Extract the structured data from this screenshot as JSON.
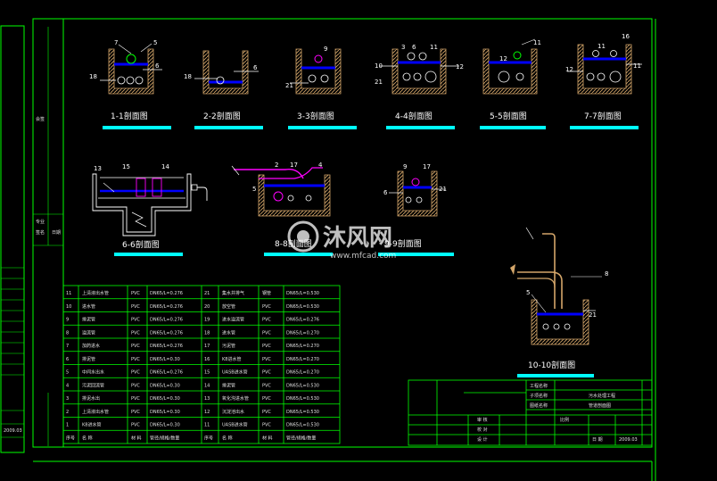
{
  "sections": [
    {
      "title": "1-1剖面图",
      "labels": [
        "7",
        "5",
        "18",
        "6"
      ]
    },
    {
      "title": "2-2剖面图",
      "labels": [
        "18",
        "6"
      ]
    },
    {
      "title": "3-3剖面图",
      "labels": [
        "9",
        "21"
      ]
    },
    {
      "title": "4-4剖面图",
      "labels": [
        "3",
        "6",
        "11",
        "10",
        "21",
        "12"
      ]
    },
    {
      "title": "5-5剖面图",
      "labels": [
        "11",
        "12"
      ]
    },
    {
      "title": "7-7剖面图",
      "labels": [
        "11",
        "16",
        "12",
        "11"
      ]
    },
    {
      "title": "6-6剖面图",
      "labels": [
        "13",
        "15",
        "14"
      ]
    },
    {
      "title": "8-8剖面图",
      "labels": [
        "2",
        "17",
        "4",
        "5"
      ]
    },
    {
      "title": "9-9剖面图",
      "labels": [
        "9",
        "17",
        "6",
        "21"
      ]
    },
    {
      "title": "10-10剖面图",
      "labels": [
        "8",
        "5",
        "21"
      ]
    }
  ],
  "watermark": {
    "brand": "沐风网",
    "url": "www.mfcad.com"
  },
  "materials_table": {
    "rows_left": [
      [
        "11",
        "上清液出水管",
        "PVC",
        "DN65/L=0.276"
      ],
      [
        "10",
        "进水管",
        "PVC",
        "DN65/L=0.276"
      ],
      [
        "9",
        "排泥管",
        "PVC",
        "DN65/L=0.276"
      ],
      [
        "8",
        "溢流管",
        "PVC",
        "DN65/L=0.276"
      ],
      [
        "7",
        "加药进水",
        "PVC",
        "DN65/L=0.276"
      ],
      [
        "6",
        "排泥管",
        "PVC",
        "DN65/L=0.30"
      ],
      [
        "5",
        "中间水出水",
        "PVC",
        "DN65/L=0.276"
      ],
      [
        "4",
        "污泥回流管",
        "PVC",
        "DN65/L=0.30"
      ],
      [
        "3",
        "排泥水出",
        "PVC",
        "DN65/L=0.30"
      ],
      [
        "2",
        "上清液出水管",
        "PVC",
        "DN65/L=0.30"
      ],
      [
        "1",
        "K8进水管",
        "PVC",
        "DN65/L=0.30"
      ],
      [
        "序号",
        "名 称",
        "材 料",
        "管径/规格/数量"
      ]
    ],
    "rows_right": [
      [
        "21",
        "集水井排气",
        "钢管",
        "DN65/L=0.530"
      ],
      [
        "20",
        "放空管",
        "PVC",
        "DN65/L=0.530"
      ],
      [
        "19",
        "进水溢流管",
        "PVC",
        "DN65/L=0.276"
      ],
      [
        "18",
        "进水管",
        "PVC",
        "DN65/L=0.270"
      ],
      [
        "17",
        "污泥管",
        "PVC",
        "DN65/L=0.270"
      ],
      [
        "16",
        "K8进水管",
        "PVC",
        "DN65/L=0.270"
      ],
      [
        "15",
        "UASB进水管",
        "PVC",
        "DN65/L=0.270"
      ],
      [
        "14",
        "排泥管",
        "PVC",
        "DN65/L=0.530"
      ],
      [
        "13",
        "氧化沟进水管",
        "PVC",
        "DN65/L=0.530"
      ],
      [
        "12",
        "沉淀池出水",
        "PVC",
        "DN65/L=0.530"
      ],
      [
        "11",
        "UASB进水管",
        "PVC",
        "DN65/L=0.530"
      ],
      [
        "序号",
        "名 称",
        "材 料",
        "管径/规格/数量"
      ]
    ]
  },
  "title_block": {
    "project": "污水处理工程",
    "drawing": "管道剖面图",
    "rows": [
      "工程名称",
      "子项名称",
      "图纸名称",
      "审 核",
      "校 对",
      "设 计"
    ],
    "scale_label": "比例",
    "date_label": "日 期",
    "date": "2009.03"
  },
  "left_strip": {
    "labels": [
      "会签",
      "专业",
      "签名",
      "日期"
    ],
    "date": "2009.03"
  },
  "colors": {
    "frame": "#00ff00",
    "concrete": "#d4a66a",
    "water": "#0000ff",
    "pipe": "#ffffff",
    "underline": "#00ffff",
    "magenta": "#ff00ff"
  }
}
